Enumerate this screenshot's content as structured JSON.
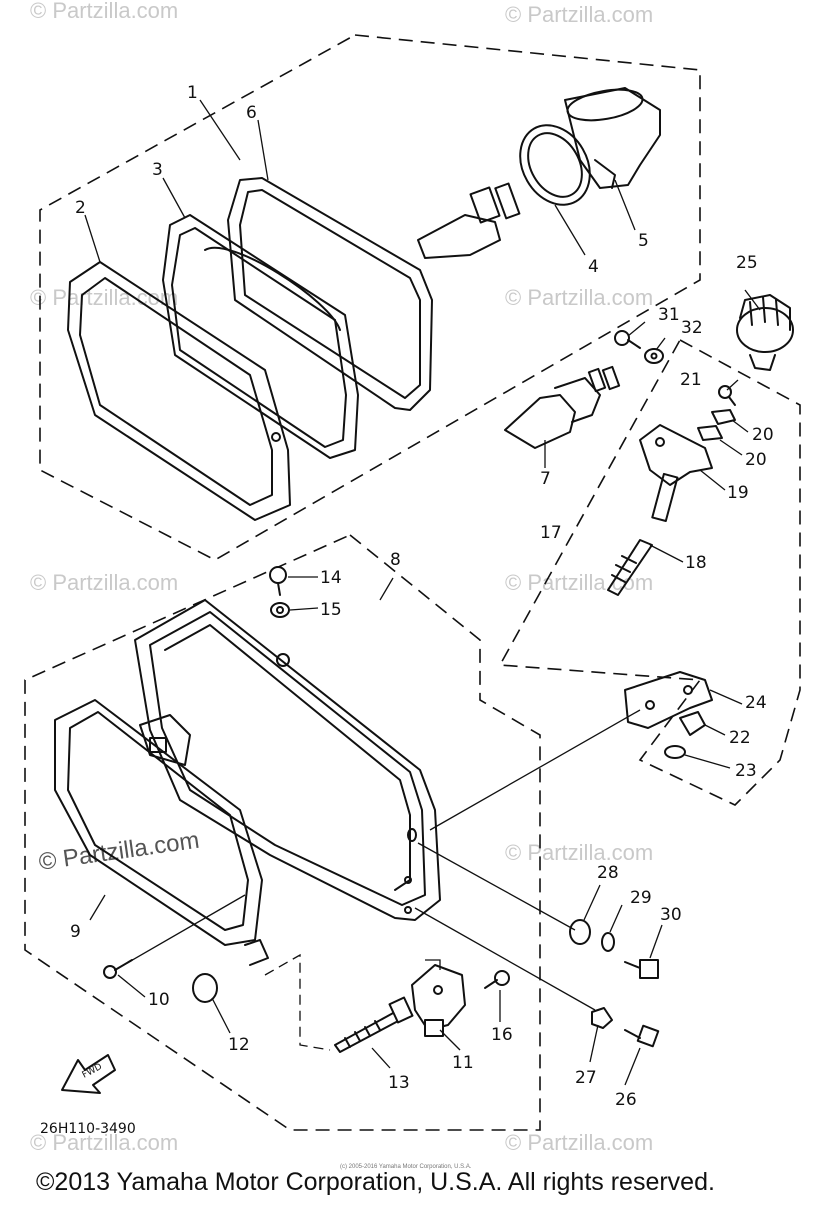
{
  "watermark": "© Partzilla.com",
  "diagram_code": "26H110-3490",
  "fwd_label": "FWD",
  "copyright": "©2013 Yamaha Motor Corporation, U.S.A. All rights reserved.",
  "fine_print": "(c) 2005-2016 Yamaha Motor Corporation, U.S.A.",
  "callouts": [
    "1",
    "2",
    "3",
    "4",
    "5",
    "6",
    "7",
    "8",
    "9",
    "10",
    "11",
    "12",
    "13",
    "14",
    "15",
    "16",
    "17",
    "18",
    "19",
    "20",
    "20",
    "21",
    "22",
    "23",
    "24",
    "25",
    "26",
    "27",
    "28",
    "29",
    "30",
    "31",
    "32"
  ]
}
